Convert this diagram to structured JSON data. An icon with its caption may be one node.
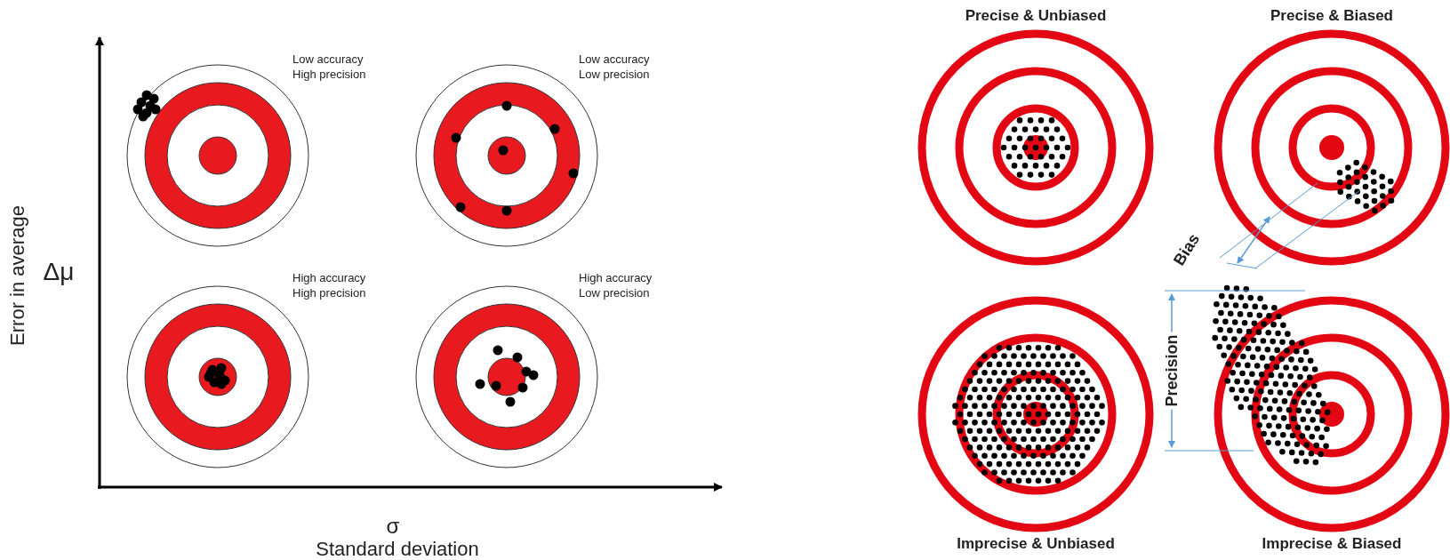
{
  "diagram": {
    "labels": [
      "Low accuracy High precision",
      "Low accuracy Low precision",
      "Precise & Unbiased",
      "Precise & Biased",
      "Error in average",
      "Δμ",
      "Bias",
      "High accuracy High precision",
      "High accuracy Low precision",
      "Precision",
      "σ",
      "Standard deviation",
      "Imprecise & Unbiased",
      "Imprecise & Biased"
    ]
  }
}
